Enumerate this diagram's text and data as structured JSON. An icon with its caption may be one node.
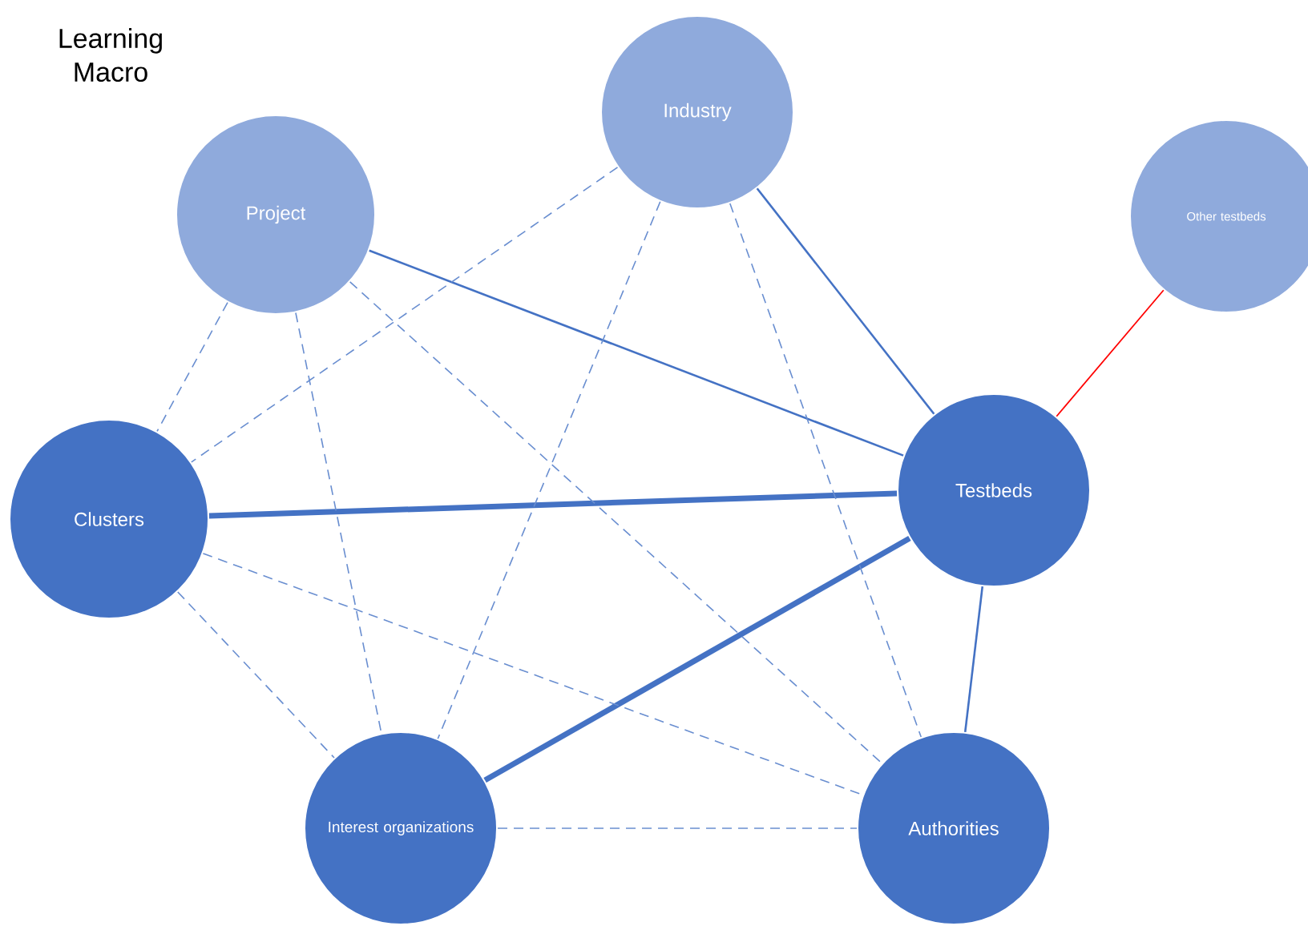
{
  "diagram": {
    "title": "Learning Macro",
    "nodes": [
      {
        "text": [
          "Industry"
        ]
      },
      {
        "text": [
          "Project"
        ]
      },
      {
        "text": [
          "Other testbeds"
        ]
      },
      {
        "text": [
          "Clusters"
        ]
      },
      {
        "text": [
          "Testbeds"
        ]
      },
      {
        "text": [
          "Interest organizations"
        ]
      },
      {
        "text": [
          "Authorities"
        ]
      }
    ],
    "edges": [
      {
        "from": 1,
        "to": 4,
        "arrow": "none"
      },
      {
        "from": 0,
        "to": 4,
        "arrow": "none"
      },
      {
        "from": 2,
        "to": 4,
        "arrow": "none",
        "color": "#ff0000"
      },
      {
        "from": 3,
        "to": 4,
        "arrow": "none",
        "style": "thick"
      },
      {
        "from": 5,
        "to": 4,
        "arrow": "none",
        "style": "thick"
      },
      {
        "from": 4,
        "to": 6,
        "arrow": "none"
      },
      {
        "from": 0,
        "to": 3,
        "arrow": "none",
        "style": "dashed"
      },
      {
        "from": 0,
        "to": 5,
        "arrow": "none",
        "style": "dashed"
      },
      {
        "from": 0,
        "to": 6,
        "arrow": "none",
        "style": "dashed"
      },
      {
        "from": 1,
        "to": 3,
        "arrow": "none",
        "style": "dashed"
      },
      {
        "from": 1,
        "to": 5,
        "arrow": "none",
        "style": "dashed"
      },
      {
        "from": 1,
        "to": 6,
        "arrow": "none",
        "style": "dashed"
      },
      {
        "from": 3,
        "to": 5,
        "arrow": "none",
        "style": "dashed"
      },
      {
        "from": 3,
        "to": 6,
        "arrow": "none",
        "style": "dashed"
      },
      {
        "from": 5,
        "to": 6,
        "arrow": "none",
        "style": "dashed"
      }
    ]
  }
}
